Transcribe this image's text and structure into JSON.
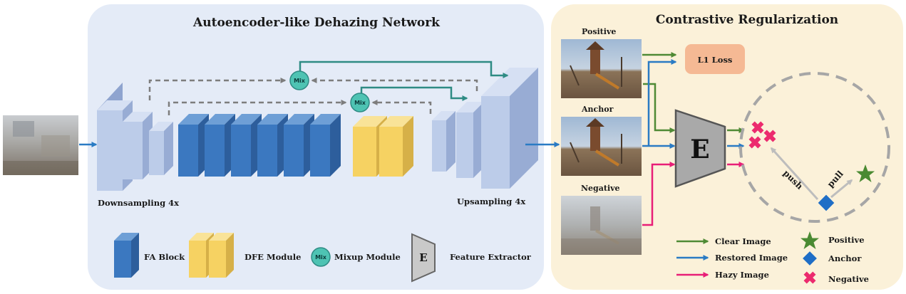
{
  "titles": {
    "left": "Autoencoder-like Dehazing Network",
    "right": "Contrastive Regularization"
  },
  "network": {
    "downsampling": "Downsampling 4x",
    "upsampling": "Upsampling 4x",
    "mix_label": "Mix"
  },
  "legend_left": {
    "fa_block": "FA Block",
    "dfe_module": "DFE Module",
    "mixup_module": "Mixup Module",
    "feature_extractor": "Feature Extractor",
    "e_glyph": "E"
  },
  "contrastive": {
    "positive": "Positive",
    "anchor": "Anchor",
    "negative": "Negative",
    "l1_loss": "L1 Loss",
    "extractor_label": "E",
    "push": "push",
    "pull": "pull"
  },
  "legend_right": {
    "clear_image": "Clear Image",
    "restored_image": "Restored Image",
    "hazy_image": "Hazy Image",
    "positive": "Positive",
    "anchor": "Anchor",
    "negative": "Negative"
  },
  "colors": {
    "left_panel": "#e4ebf7",
    "right_panel": "#fbf1d9",
    "fa_block": "#3b78c0",
    "dfe_module": "#f6d262",
    "encoder_block": "#bccce9",
    "mix_circle": "#4ec3b3",
    "skip_arrow": "#2e8b84",
    "dashed_arrow": "#7d7d7d",
    "clear_arrow": "#4f8a35",
    "restored_arrow": "#2a7bc4",
    "hazy_arrow": "#e81e77",
    "l1_box": "#f5b994",
    "extractor": "#a9a9a9",
    "circle_dash": "#a6a6a6"
  }
}
